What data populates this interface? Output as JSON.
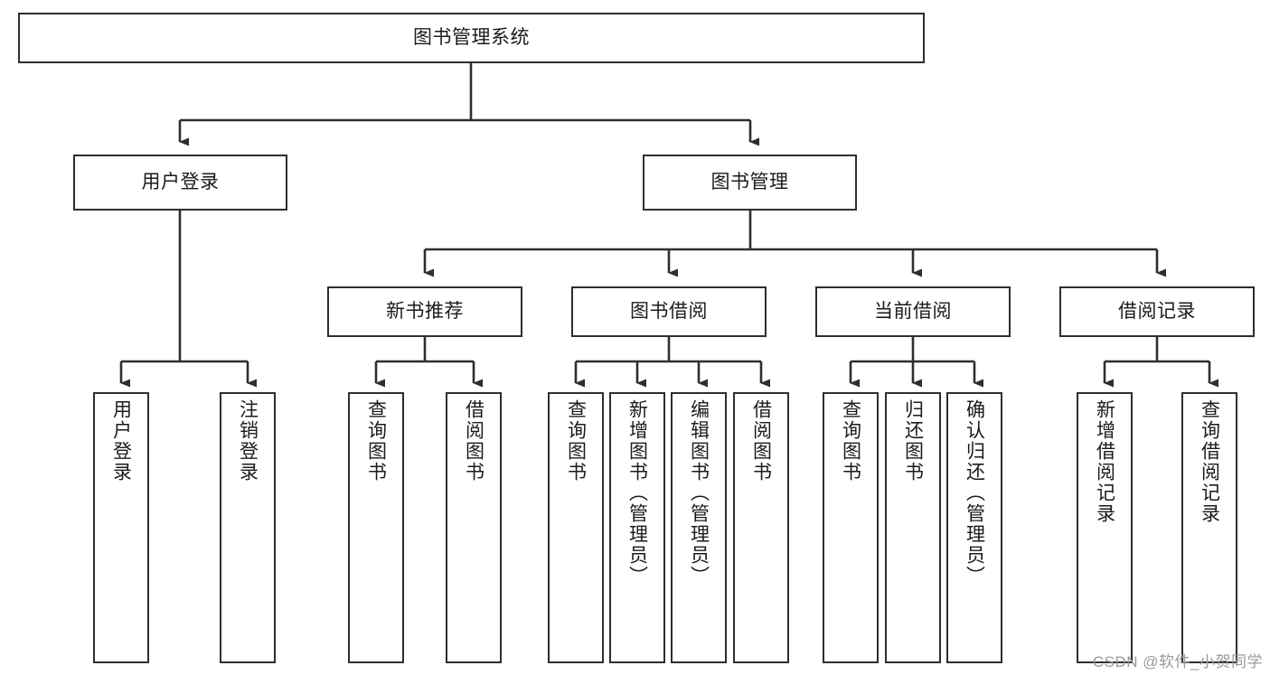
{
  "diagram": {
    "type": "tree-hierarchy",
    "title": "图书管理系统",
    "watermark": "CSDN @软件_小贺同学",
    "colors": {
      "box_border": "#2e2e2e",
      "box_fill": "#ffffff",
      "connector": "#2e2e2e",
      "text": "#1b1b1b",
      "watermark": "#9a9a9a"
    },
    "root": {
      "id": "root",
      "label": "图书管理系统",
      "orientation": "horizontal"
    },
    "level2": [
      {
        "id": "user-login",
        "label": "用户登录",
        "orientation": "horizontal"
      },
      {
        "id": "book-manage",
        "label": "图书管理",
        "orientation": "horizontal"
      }
    ],
    "level3": [
      {
        "id": "new-book-rec",
        "label": "新书推荐",
        "orientation": "horizontal"
      },
      {
        "id": "book-borrow",
        "label": "图书借阅",
        "orientation": "horizontal"
      },
      {
        "id": "current-borrow",
        "label": "当前借阅",
        "orientation": "horizontal"
      },
      {
        "id": "borrow-record",
        "label": "借阅记录",
        "orientation": "horizontal"
      }
    ],
    "leaves": {
      "user-login": [
        {
          "id": "leaf-user-login",
          "label": "用户登录",
          "orientation": "vertical"
        },
        {
          "id": "leaf-user-logout",
          "label": "注销登录",
          "orientation": "vertical"
        }
      ],
      "new-book-rec": [
        {
          "id": "leaf-query-book-1",
          "label": "查询图书",
          "orientation": "vertical"
        },
        {
          "id": "leaf-borrow-book-1",
          "label": "借阅图书",
          "orientation": "vertical"
        }
      ],
      "book-borrow": [
        {
          "id": "leaf-query-book-2",
          "label": "查询图书",
          "orientation": "vertical"
        },
        {
          "id": "leaf-add-book",
          "label": "新增图书（管理员）",
          "orientation": "vertical"
        },
        {
          "id": "leaf-edit-book",
          "label": "编辑图书（管理员）",
          "orientation": "vertical"
        },
        {
          "id": "leaf-borrow-book-2",
          "label": "借阅图书",
          "orientation": "vertical"
        }
      ],
      "current-borrow": [
        {
          "id": "leaf-query-book-3",
          "label": "查询图书",
          "orientation": "vertical"
        },
        {
          "id": "leaf-return-book",
          "label": "归还图书",
          "orientation": "vertical"
        },
        {
          "id": "leaf-confirm-return",
          "label": "确认归还（管理员）",
          "orientation": "vertical"
        }
      ],
      "borrow-record": [
        {
          "id": "leaf-add-record",
          "label": "新增借阅记录",
          "orientation": "vertical"
        },
        {
          "id": "leaf-query-record",
          "label": "查询借阅记录",
          "orientation": "vertical"
        }
      ]
    }
  }
}
